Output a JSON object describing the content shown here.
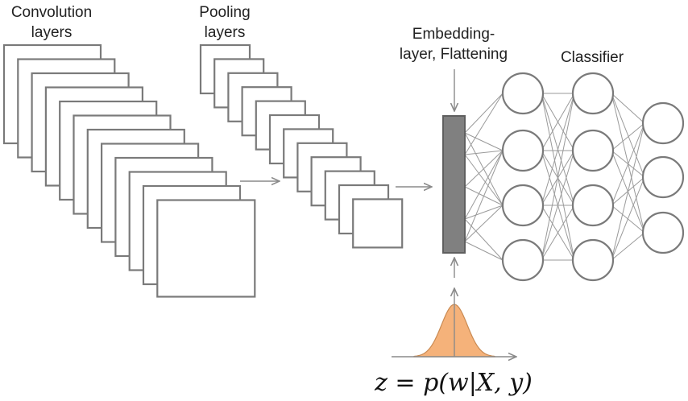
{
  "labels": {
    "convolution": [
      "Convolution",
      "layers"
    ],
    "pooling": [
      "Pooling",
      "layers"
    ],
    "embedding": [
      "Embedding-",
      "layer, Flattening"
    ],
    "classifier": "Classifier"
  },
  "formula": "z = p(w|X, y)",
  "colors": {
    "frame_stroke": "#7a7a7a",
    "embedding_fill": "#808080",
    "distribution_fill": "#f5b27a"
  },
  "structure": {
    "convolution_layer_count": 12,
    "pooling_layer_count": 12,
    "classifier_layers": [
      4,
      4,
      3
    ]
  }
}
